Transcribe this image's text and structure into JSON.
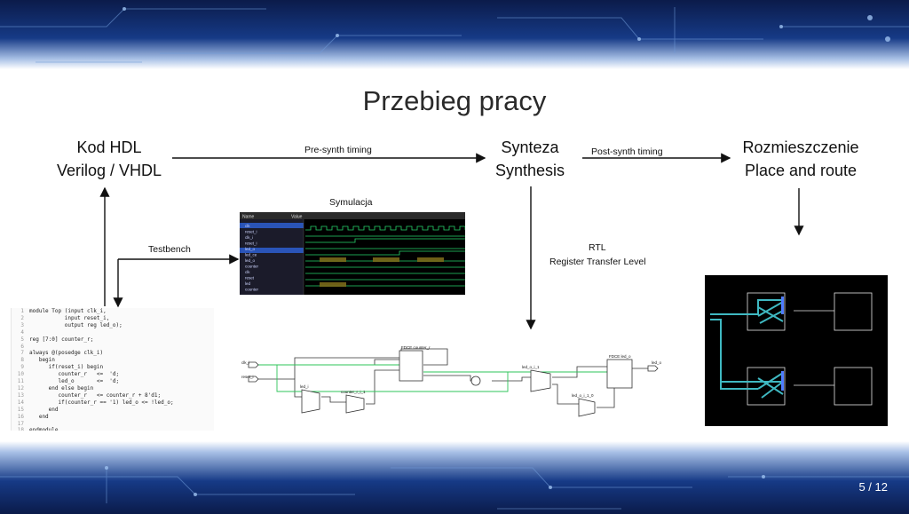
{
  "slide": {
    "title": "Przebieg pracy",
    "page": "5 / 12"
  },
  "flow": {
    "hdl_line1": "Kod HDL",
    "hdl_line2": "Verilog / VHDL",
    "synth_line1": "Synteza",
    "synth_line2": "Synthesis",
    "pr_line1": "Rozmieszczenie",
    "pr_line2": "Place and route",
    "pre_synth_label": "Pre-synth timing",
    "post_synth_label": "Post-synth timing",
    "testbench_label": "Testbench",
    "simulation_label": "Symulacja",
    "rtl_label": "RTL",
    "rtl_full_label": "Register Transfer Level"
  },
  "code": {
    "lines": [
      {
        "n": "1",
        "text": "module Top (input clk_i,"
      },
      {
        "n": "2",
        "text": "           input reset_i,"
      },
      {
        "n": "3",
        "text": "           output reg led_o);"
      },
      {
        "n": "4",
        "text": ""
      },
      {
        "n": "5",
        "text": "reg [7:0] counter_r;"
      },
      {
        "n": "6",
        "text": ""
      },
      {
        "n": "7",
        "text": "always @(posedge clk_i)"
      },
      {
        "n": "8",
        "text": "   begin"
      },
      {
        "n": "9",
        "text": "      if(reset_i) begin"
      },
      {
        "n": "10",
        "text": "         counter_r   <=  'd;"
      },
      {
        "n": "11",
        "text": "         led_o       <=  'd;"
      },
      {
        "n": "12",
        "text": "      end else begin"
      },
      {
        "n": "13",
        "text": "         counter_r   <= counter_r + 8'd1;"
      },
      {
        "n": "14",
        "text": "         if(counter_r == '1) led_o <= !led_o;"
      },
      {
        "n": "15",
        "text": "      end"
      },
      {
        "n": "16",
        "text": "   end"
      },
      {
        "n": "17",
        "text": ""
      },
      {
        "n": "18",
        "text": "endmodule"
      }
    ]
  },
  "simulation": {
    "header_name": "Name",
    "header_value": "Value",
    "signals": [
      "clk",
      "reset_i",
      "clk_i",
      "reset_i",
      "led_o",
      "led_ce",
      "led_o",
      "counter",
      "clk",
      "reset",
      "led",
      "counter"
    ]
  },
  "rtl": {
    "port_clk": "clk_i",
    "port_reset": "reset_i",
    "port_led": "led_o",
    "reg_counter": "FDCE counter_r",
    "reg_led": "FDCE led_o",
    "cell_led_i": "led_i",
    "cell_counter_add": "counter_r_i_1",
    "cell_led_o_i": "led_o_i_1",
    "cell_led_i_0": "led_o_i_1_0"
  }
}
